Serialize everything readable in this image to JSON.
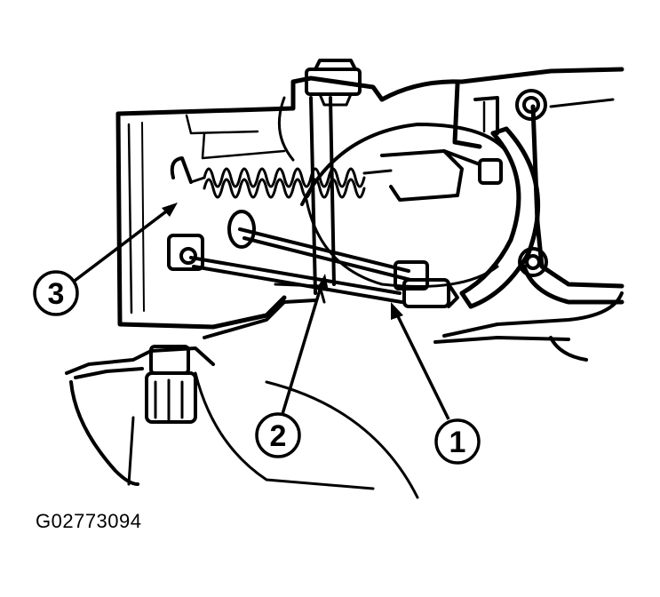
{
  "callouts": [
    {
      "id": "1",
      "label": "1"
    },
    {
      "id": "2",
      "label": "2"
    },
    {
      "id": "3",
      "label": "3"
    }
  ],
  "figure_code": "G02773094"
}
